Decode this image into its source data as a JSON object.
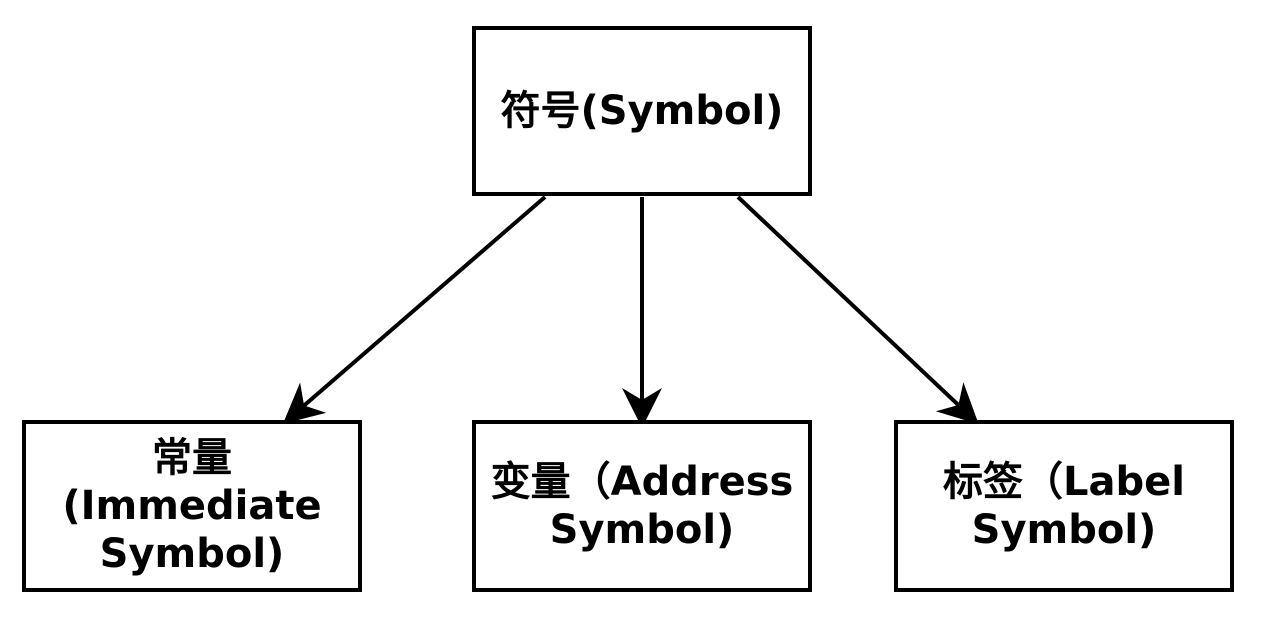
{
  "root": {
    "label": "符号(Symbol)"
  },
  "children": [
    {
      "label": "常量\n(Immediate\nSymbol)"
    },
    {
      "label": "变量（Address\nSymbol)"
    },
    {
      "label": "标签（Label\nSymbol)"
    }
  ],
  "colors": {
    "stroke": "#000000",
    "background": "#ffffff"
  }
}
